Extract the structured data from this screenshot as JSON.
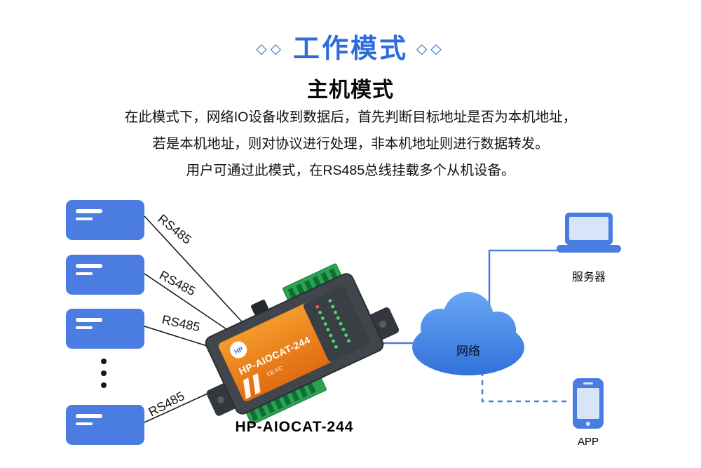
{
  "header": {
    "decor_left": "◇◇",
    "decor_right": "◇◇",
    "title": "工作模式",
    "subtitle": "主机模式",
    "description_lines": [
      "在此模式下，网络IO设备收到数据后，首先判断目标地址是否为本机地址，",
      "若是本机地址，则对协议进行处理，非本机地址则进行数据转发。",
      "用户可通过此模式，在RS485总线挂载多个从机设备。"
    ]
  },
  "diagram": {
    "bus_labels": [
      "RS485",
      "RS485",
      "RS485",
      "RS485"
    ],
    "device_model_text": "HP-AIOCAT-244",
    "device_logo": "HP",
    "device_certs": "CE FC",
    "device_caption": "HP-AIOCAT-244",
    "cloud_label": "网络",
    "server_label": "服务器",
    "app_label": "APP"
  },
  "colors": {
    "title_blue": "#2E6BDB",
    "box_blue": "#4A7CE2",
    "cloud_blue": "#4A8AE8",
    "line_blue": "#4A7DE2",
    "device_orange": "#EE7F1A",
    "terminal_green": "#2AA251",
    "text_black": "#111111"
  }
}
